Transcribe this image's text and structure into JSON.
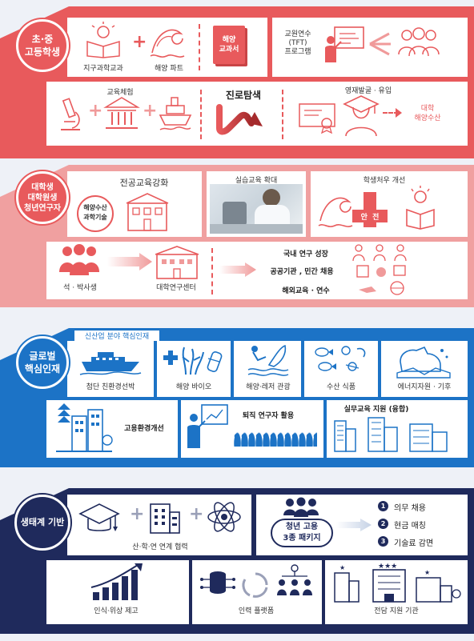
{
  "colors": {
    "red": "#e85a5c",
    "red_light": "#f09a9a",
    "blue": "#1c73c6",
    "navy": "#1f2a5c",
    "bg": "#eef1f7"
  },
  "section1": {
    "badge": "초·중\n고등학생",
    "earth_science": "지구과학교과",
    "ocean_part": "해양 파트",
    "book_text": "해양\n교과서",
    "teacher_training": "교원연수\n(TFT)\n프로그램",
    "edu_experience": "교육체험",
    "career": "진로탐색",
    "talent": "영재발굴 · 유입",
    "university": "대학\n해양수산"
  },
  "section2": {
    "badge": "대학생\n대학원생\n청년연구자",
    "major_edu": "전공교육강화",
    "ocean_tech": "해양수산\n과학기술",
    "practice_edu": "실습교육 확대",
    "student_care": "학생처우 개선",
    "safety": "안  전",
    "grad_students": "석 · 박사생",
    "univ_center": "대학연구센터",
    "domestic": "국내 연구 성장",
    "public_private": "공공기관 , 민간 채용",
    "overseas": "해외교육 · 연수"
  },
  "section3": {
    "badge": "글로벌\n핵심인재",
    "tab": "신산업 분야 핵심인재",
    "eco_ship": "첨단 친환경선박",
    "bio": "해양 바이오",
    "leisure": "해양·레저 관광",
    "seafood": "수산 식품",
    "energy": "에너지자원 · 기후",
    "environment": "고용환경개선",
    "retired": "퇴직 연구자 활용",
    "practical": "실무교육 지원 (융합)"
  },
  "section4": {
    "badge": "생태계 기반",
    "cooperation": "산·학·연 연계 협력",
    "package": "청년 고용\n3종 패키지",
    "item1_num": "1",
    "item1": "의무 채용",
    "item2_num": "2",
    "item2": "현금 매칭",
    "item3_num": "3",
    "item3": "기술료 감면",
    "awareness": "인식·위상 제고",
    "platform": "인력 플랫폼",
    "dedicated": "전담 지원 기관"
  }
}
